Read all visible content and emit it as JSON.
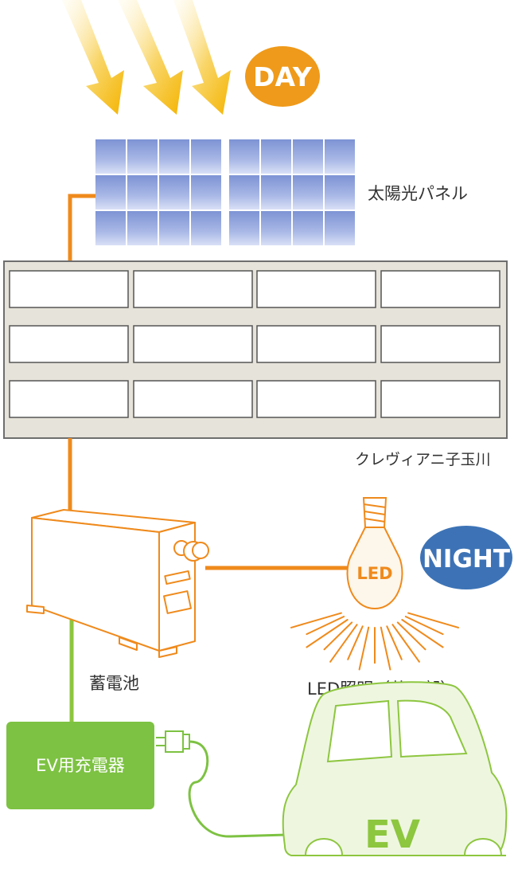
{
  "labels": {
    "day": "DAY",
    "night": "NIGHT",
    "solar_panel": "太陽光パネル",
    "building": "クレヴィアニ子玉川",
    "battery": "蓄電池",
    "led_bulb": "LED",
    "led_lighting": "LED照明（共用部）",
    "charger": "EV用充電器",
    "ev": "EV"
  },
  "colors": {
    "sun_arrow": "#f4b400",
    "day_badge": "#ef9a1a",
    "night_badge": "#3d73b6",
    "power_line": "#ef8a1c",
    "ev_line": "#8dc63f",
    "charger": "#7dc242",
    "ev_body": "#eef6e0",
    "ev_outline": "#8dc63f",
    "building_fill": "#e6e3da",
    "panel_cell": "#8da0d8"
  }
}
